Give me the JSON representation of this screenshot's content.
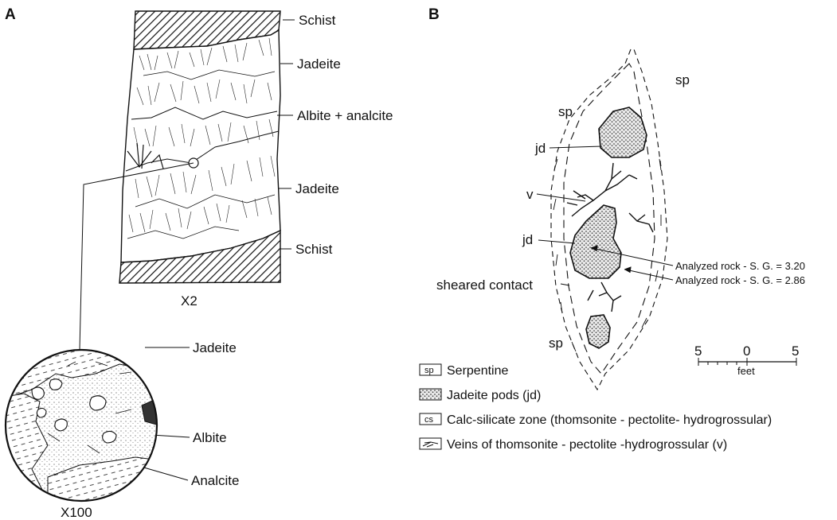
{
  "panel_a": {
    "letter": "A",
    "labels": {
      "schist_top": "Schist",
      "jadeite_top": "Jadeite",
      "albite_analcite": "Albite + analcite",
      "jadeite_mid": "Jadeite",
      "schist_bottom": "Schist"
    },
    "magnification_specimen": "X2",
    "micro_labels": {
      "jadeite": "Jadeite",
      "albite": "Albite",
      "analcite": "Analcite"
    },
    "magnification_micro": "X100"
  },
  "panel_b": {
    "letter": "B",
    "labels": {
      "sp_outer": "sp",
      "sp_inner": "sp",
      "jd_upper": "jd",
      "v": "v",
      "jd_lower": "jd",
      "sheared_contact": "sheared contact",
      "sp_bottom": "sp"
    },
    "analyses": [
      "Analyzed rock - S. G. = 3.20",
      "Analyzed rock - S. G. = 2.86"
    ],
    "scale": {
      "ticks": [
        "5",
        "0",
        "5"
      ],
      "unit": "feet"
    },
    "legend": [
      {
        "symbol": "sp",
        "text": "Serpentine"
      },
      {
        "symbol": "",
        "text": "Jadeite pods (jd)"
      },
      {
        "symbol": "cs",
        "text": "Calc-silicate zone (thomsonite - pectolite- hydrogrossular)"
      },
      {
        "symbol": "",
        "text": "Veins of thomsonite - pectolite -hydrogrossular (v)"
      }
    ]
  }
}
